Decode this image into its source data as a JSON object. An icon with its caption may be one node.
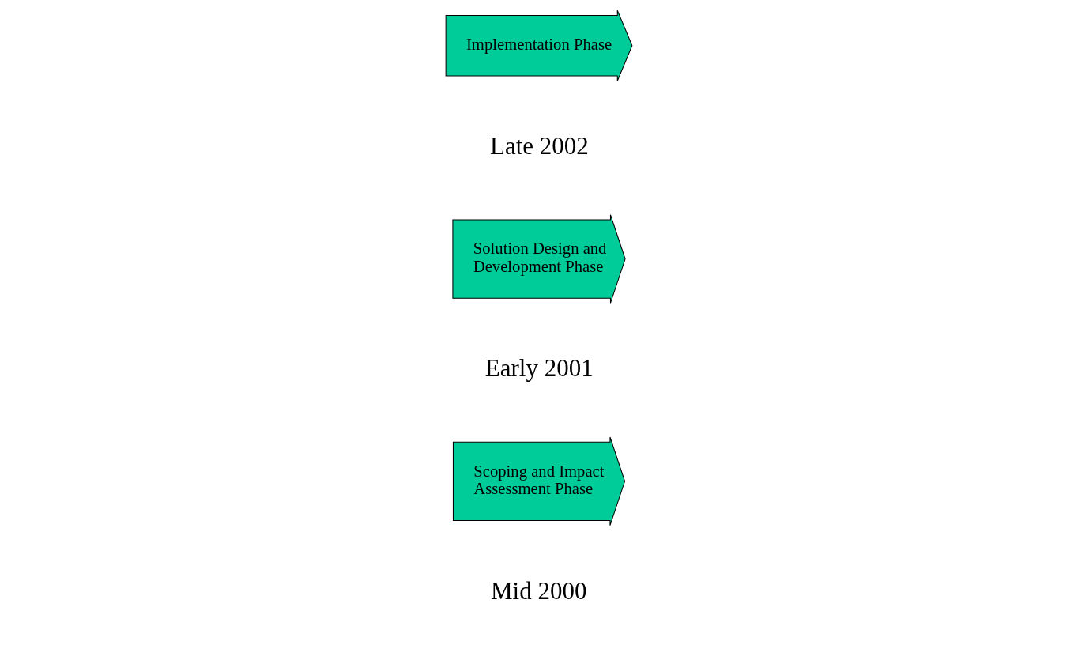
{
  "diagram": {
    "nodes": [
      {
        "text": [
          "Scoping and Impact Assessment Phase"
        ],
        "beside": [
          "Mid 2000"
        ]
      },
      {
        "text": [
          "Solution Design and Development Phase"
        ],
        "beside": [
          "Early 2001"
        ]
      },
      {
        "text": [
          "Implementation Phase"
        ],
        "beside": [
          "Late 2002"
        ]
      }
    ],
    "edges": []
  }
}
